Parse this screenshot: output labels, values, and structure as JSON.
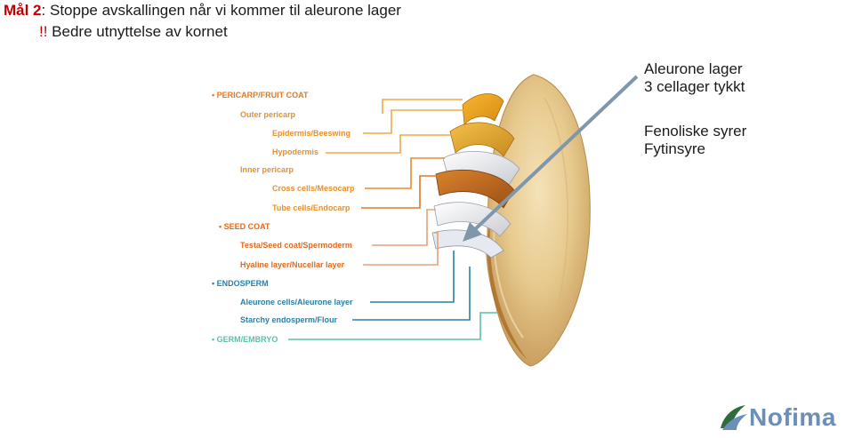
{
  "header": {
    "line1_lead": "Mål 2",
    "line1_rest": ": Stoppe avskallingen når vi kommer til aleurone lager",
    "line2_excl": "!!",
    "line2_rest": " Bedre utnyttelse av kornet"
  },
  "annotation": {
    "line1": "Aleurone lager",
    "line2": "3 cellager tykkt",
    "line3": "Fenoliske syrer",
    "line4": "Fytinsyre"
  },
  "diagram": {
    "labels": [
      {
        "text": "• PERICARP/FRUIT COAT",
        "color": "#e07a25"
      },
      {
        "text": "Outer pericarp",
        "color": "#e8902e"
      },
      {
        "text": "Epidermis/Beeswing",
        "color": "#e8902e"
      },
      {
        "text": "Hypodermis",
        "color": "#e8902e"
      },
      {
        "text": "Inner pericarp",
        "color": "#e8902e"
      },
      {
        "text": "Cross cells/Mesocarp",
        "color": "#e8902e"
      },
      {
        "text": "Tube cells/Endocarp",
        "color": "#e8902e"
      },
      {
        "text": "• SEED COAT",
        "color": "#e06a20"
      },
      {
        "text": "Testa/Seed coat/Spermoderm",
        "color": "#e06a20"
      },
      {
        "text": "Hyaline layer/Nucellar layer",
        "color": "#e06a20"
      },
      {
        "text": "• ENDOSPERM",
        "color": "#2b7fa6"
      },
      {
        "text": "Aleurone cells/Aleurone layer",
        "color": "#2b7fa6"
      },
      {
        "text": "Starchy endosperm/Flour",
        "color": "#2b7fa6"
      },
      {
        "text": "• GERM/EMBRYO",
        "color": "#5cbfa8"
      }
    ]
  },
  "logo": {
    "text": "Nofima"
  }
}
